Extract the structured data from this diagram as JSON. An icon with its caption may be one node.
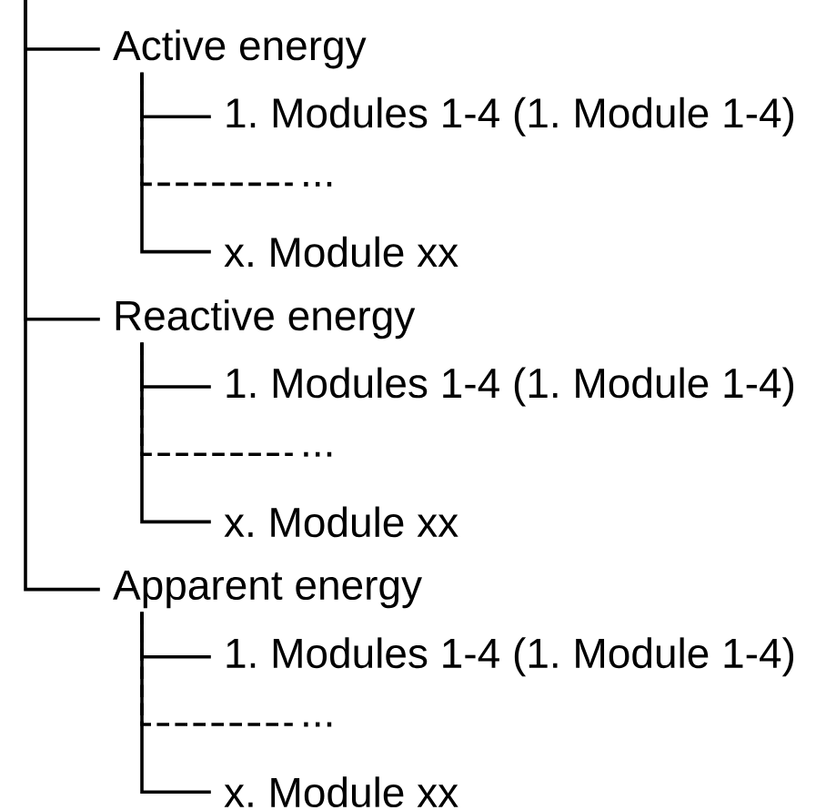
{
  "diagram": {
    "nodes": [
      {
        "text": [
          "Active energy"
        ]
      },
      {
        "text": [
          "1. Modules 1-4 (1. Module 1-4)"
        ]
      },
      {
        "text": [
          "..."
        ]
      },
      {
        "text": [
          "x. Module xx"
        ]
      },
      {
        "text": [
          "Reactive energy"
        ]
      },
      {
        "text": [
          "1. Modules 1-4 (1. Module 1-4)"
        ]
      },
      {
        "text": [
          "..."
        ]
      },
      {
        "text": [
          "x. Module xx"
        ]
      },
      {
        "text": [
          "Apparent energy"
        ]
      },
      {
        "text": [
          "1. Modules 1-4 (1. Module 1-4)"
        ]
      },
      {
        "text": [
          "..."
        ]
      },
      {
        "text": [
          "x. Module xx"
        ]
      }
    ],
    "edges": [
      {
        "from": null,
        "to": 0,
        "arrow": "none"
      },
      {
        "from": 0,
        "to": 1,
        "arrow": "none"
      },
      {
        "from": 0,
        "to": 2,
        "arrow": "none",
        "style": "dashed"
      },
      {
        "from": 0,
        "to": 3,
        "arrow": "none"
      },
      {
        "from": null,
        "to": 4,
        "arrow": "none"
      },
      {
        "from": 4,
        "to": 5,
        "arrow": "none"
      },
      {
        "from": 4,
        "to": 6,
        "arrow": "none",
        "style": "dashed"
      },
      {
        "from": 4,
        "to": 7,
        "arrow": "none"
      },
      {
        "from": null,
        "to": 8,
        "arrow": "none"
      },
      {
        "from": 8,
        "to": 9,
        "arrow": "none"
      },
      {
        "from": 8,
        "to": 10,
        "arrow": "none",
        "style": "dashed"
      },
      {
        "from": 8,
        "to": 11,
        "arrow": "none"
      }
    ]
  }
}
